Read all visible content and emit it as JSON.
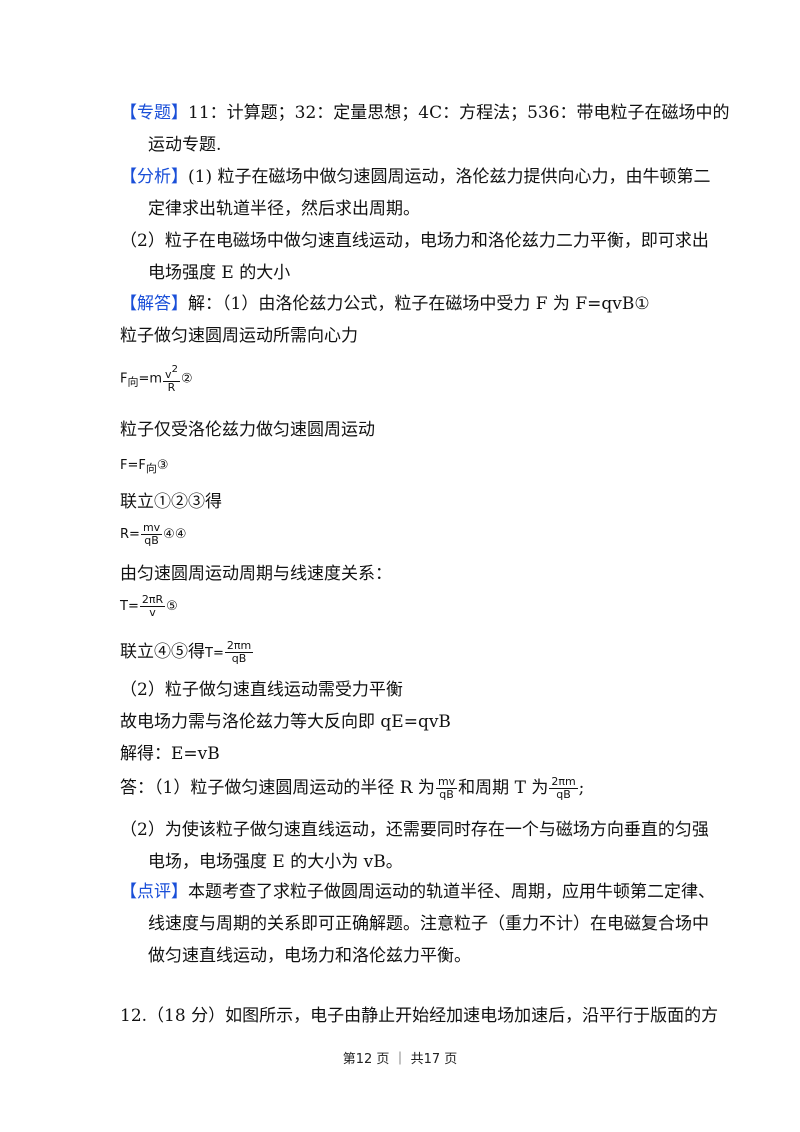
{
  "topic": {
    "tag": "【专题】",
    "line1": "11：计算题；32：定量思想；4C：方程法；536：带电粒子在磁场中的",
    "line2": "运动专题."
  },
  "analysis": {
    "tag": "【分析】",
    "line1": "(1) 粒子在磁场中做匀速圆周运动，洛伦兹力提供向心力，由牛顿第二",
    "line2": "定律求出轨道半径，然后求出周期。",
    "line3": "（2）粒子在电磁场中做匀速直线运动，电场力和洛伦兹力二力平衡，即可求出",
    "line4": "电场强度 E 的大小"
  },
  "solution": {
    "tag": "【解答】",
    "line1": "解：（1）由洛伦兹力公式，粒子在磁场中受力 F 为 F=qvB①",
    "line2": "粒子做匀速圆周运动所需向心力",
    "eq2": {
      "lhs": "F",
      "sub": "向",
      "eq": "=m",
      "num": "v",
      "num_sup": "2",
      "den": "R",
      "mark": "②"
    },
    "line3": "粒子仅受洛伦兹力做匀速圆周运动",
    "eq3": {
      "text": "F=F",
      "sub": "向",
      "mark": "③"
    },
    "line4": "联立①②③得",
    "eq4": {
      "lhs": "R=",
      "num": "mv",
      "den": "qB",
      "mark": "④④"
    },
    "line5": "由匀速圆周运动周期与线速度关系：",
    "eq5": {
      "lhs": "T=",
      "num": "2πR",
      "den": "v",
      "mark": "⑤"
    },
    "line6": {
      "text": "联立④⑤得",
      "lhs": "T=",
      "num": "2πm",
      "den": "qB"
    },
    "line7": "（2）粒子做匀速直线运动需受力平衡",
    "line8": "故电场力需与洛伦兹力等大反向即 qE=qvB",
    "line9": "解得：E=vB",
    "line10": {
      "a": "答：（1）粒子做匀速圆周运动的半径 R 为",
      "num1": "mv",
      "den1": "qB",
      "b": "和周期 T 为",
      "num2": "2πm",
      "den2": "qB",
      "c": ";"
    },
    "line11": "（2）为使该粒子做匀速直线运动，还需要同时存在一个与磁场方向垂直的匀强",
    "line12": "电场，电场强度 E 的大小为 vB。"
  },
  "comment": {
    "tag": "【点评】",
    "line1": "本题考查了求粒子做圆周运动的轨道半径、周期，应用牛顿第二定律、",
    "line2": "线速度与周期的关系即可正确解题。注意粒子（重力不计）在电磁复合场中",
    "line3": "做匀速直线运动，电场力和洛伦兹力平衡。"
  },
  "next_question": "12.（18 分）如图所示，电子由静止开始经加速电场加速后，沿平行于版面的方",
  "footer": "第12 页 ｜ 共17 页"
}
